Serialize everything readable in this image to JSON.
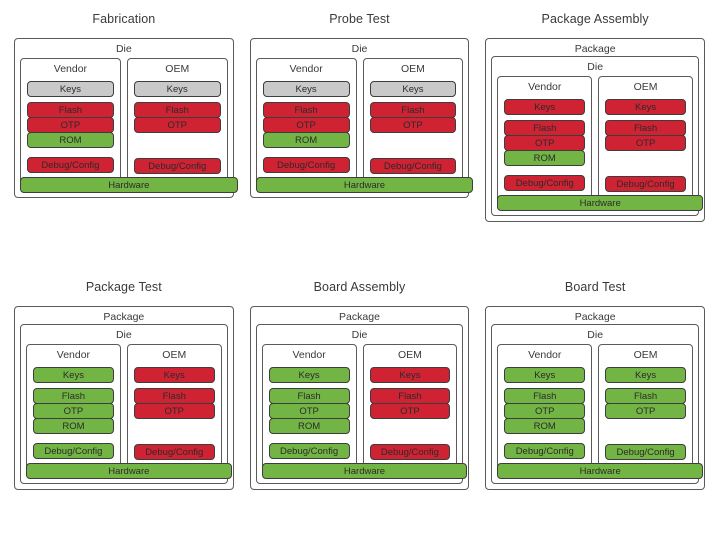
{
  "diagram": {
    "title_row1": [
      "Fabrication",
      "Probe Test",
      "Package Assembly"
    ],
    "title_row2": [
      "Package Test",
      "Board Assembly",
      "Board Test"
    ],
    "labels": {
      "package": "Package",
      "die": "Die",
      "vendor": "Vendor",
      "oem": "OEM",
      "keys": "Keys",
      "flash": "Flash",
      "otp": "OTP",
      "rom": "ROM",
      "debug": "Debug/Config",
      "hardware": "Hardware"
    },
    "colors": {
      "green": "#72b544",
      "red": "#cf2233",
      "grey": "#c9c9c9",
      "border": "#3d3d3d",
      "box_border": "#5a5a5a",
      "text": "#333333",
      "background": "#ffffff"
    }
  },
  "panels": [
    {
      "title": "Fabrication",
      "has_package": false,
      "hardware": {
        "label": "Hardware",
        "state": "green"
      },
      "columns": [
        {
          "name": "Vendor",
          "blocks": [
            {
              "label": "Keys",
              "state": "grey"
            },
            {
              "label": "Flash",
              "state": "red"
            },
            {
              "label": "OTP",
              "state": "red"
            },
            {
              "label": "ROM",
              "state": "green"
            },
            {
              "label": "Debug/Config",
              "state": "red"
            }
          ]
        },
        {
          "name": "OEM",
          "blocks": [
            {
              "label": "Keys",
              "state": "grey"
            },
            {
              "label": "Flash",
              "state": "red"
            },
            {
              "label": "OTP",
              "state": "red"
            },
            {
              "label": "ROM",
              "state": "none"
            },
            {
              "label": "Debug/Config",
              "state": "red"
            }
          ]
        }
      ]
    },
    {
      "title": "Probe Test",
      "has_package": false,
      "hardware": {
        "label": "Hardware",
        "state": "green"
      },
      "columns": [
        {
          "name": "Vendor",
          "blocks": [
            {
              "label": "Keys",
              "state": "grey"
            },
            {
              "label": "Flash",
              "state": "red"
            },
            {
              "label": "OTP",
              "state": "red"
            },
            {
              "label": "ROM",
              "state": "green"
            },
            {
              "label": "Debug/Config",
              "state": "red"
            }
          ]
        },
        {
          "name": "OEM",
          "blocks": [
            {
              "label": "Keys",
              "state": "grey"
            },
            {
              "label": "Flash",
              "state": "red"
            },
            {
              "label": "OTP",
              "state": "red"
            },
            {
              "label": "ROM",
              "state": "none"
            },
            {
              "label": "Debug/Config",
              "state": "red"
            }
          ]
        }
      ]
    },
    {
      "title": "Package Assembly",
      "has_package": true,
      "hardware": {
        "label": "Hardware",
        "state": "green"
      },
      "columns": [
        {
          "name": "Vendor",
          "blocks": [
            {
              "label": "Keys",
              "state": "red"
            },
            {
              "label": "Flash",
              "state": "red"
            },
            {
              "label": "OTP",
              "state": "red"
            },
            {
              "label": "ROM",
              "state": "green"
            },
            {
              "label": "Debug/Config",
              "state": "red"
            }
          ]
        },
        {
          "name": "OEM",
          "blocks": [
            {
              "label": "Keys",
              "state": "red"
            },
            {
              "label": "Flash",
              "state": "red"
            },
            {
              "label": "OTP",
              "state": "red"
            },
            {
              "label": "ROM",
              "state": "none"
            },
            {
              "label": "Debug/Config",
              "state": "red"
            }
          ]
        }
      ]
    },
    {
      "title": "Package Test",
      "has_package": true,
      "hardware": {
        "label": "Hardware",
        "state": "green"
      },
      "columns": [
        {
          "name": "Vendor",
          "blocks": [
            {
              "label": "Keys",
              "state": "green"
            },
            {
              "label": "Flash",
              "state": "green"
            },
            {
              "label": "OTP",
              "state": "green"
            },
            {
              "label": "ROM",
              "state": "green"
            },
            {
              "label": "Debug/Config",
              "state": "green"
            }
          ]
        },
        {
          "name": "OEM",
          "blocks": [
            {
              "label": "Keys",
              "state": "red"
            },
            {
              "label": "Flash",
              "state": "red"
            },
            {
              "label": "OTP",
              "state": "red"
            },
            {
              "label": "ROM",
              "state": "none"
            },
            {
              "label": "Debug/Config",
              "state": "red"
            }
          ]
        }
      ]
    },
    {
      "title": "Board Assembly",
      "has_package": true,
      "hardware": {
        "label": "Hardware",
        "state": "green"
      },
      "columns": [
        {
          "name": "Vendor",
          "blocks": [
            {
              "label": "Keys",
              "state": "green"
            },
            {
              "label": "Flash",
              "state": "green"
            },
            {
              "label": "OTP",
              "state": "green"
            },
            {
              "label": "ROM",
              "state": "green"
            },
            {
              "label": "Debug/Config",
              "state": "green"
            }
          ]
        },
        {
          "name": "OEM",
          "blocks": [
            {
              "label": "Keys",
              "state": "red"
            },
            {
              "label": "Flash",
              "state": "red"
            },
            {
              "label": "OTP",
              "state": "red"
            },
            {
              "label": "ROM",
              "state": "none"
            },
            {
              "label": "Debug/Config",
              "state": "red"
            }
          ]
        }
      ]
    },
    {
      "title": "Board Test",
      "has_package": true,
      "hardware": {
        "label": "Hardware",
        "state": "green"
      },
      "columns": [
        {
          "name": "Vendor",
          "blocks": [
            {
              "label": "Keys",
              "state": "green"
            },
            {
              "label": "Flash",
              "state": "green"
            },
            {
              "label": "OTP",
              "state": "green"
            },
            {
              "label": "ROM",
              "state": "green"
            },
            {
              "label": "Debug/Config",
              "state": "green"
            }
          ]
        },
        {
          "name": "OEM",
          "blocks": [
            {
              "label": "Keys",
              "state": "green"
            },
            {
              "label": "Flash",
              "state": "green"
            },
            {
              "label": "OTP",
              "state": "green"
            },
            {
              "label": "ROM",
              "state": "none"
            },
            {
              "label": "Debug/Config",
              "state": "green"
            }
          ]
        }
      ]
    }
  ]
}
